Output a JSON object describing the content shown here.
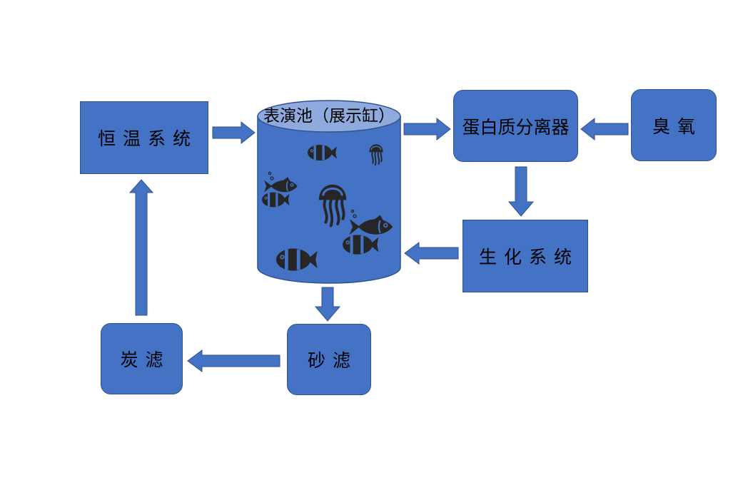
{
  "nodes": {
    "tank": "表演池（展示缸）",
    "thermo": "恒温系统",
    "skimmer": "蛋白质分离器",
    "ozone": "臭氧",
    "bio": "生化系统",
    "sand": "砂滤",
    "carbon": "炭滤"
  },
  "colors": {
    "box_fill": "#4472C4",
    "box_border": "#2F528F",
    "tank_top": "#8FAADC",
    "arrow": "#4472C4",
    "silhouette": "#262626"
  },
  "flow": [
    [
      "thermo",
      "tank"
    ],
    [
      "tank",
      "skimmer"
    ],
    [
      "ozone",
      "skimmer"
    ],
    [
      "skimmer",
      "bio"
    ],
    [
      "bio",
      "tank"
    ],
    [
      "tank",
      "sand"
    ],
    [
      "sand",
      "carbon"
    ],
    [
      "carbon",
      "thermo"
    ]
  ],
  "tank_icons": [
    "fish-icon",
    "jellyfish-icon",
    "clownfish-icon",
    "bubbles-icon"
  ]
}
